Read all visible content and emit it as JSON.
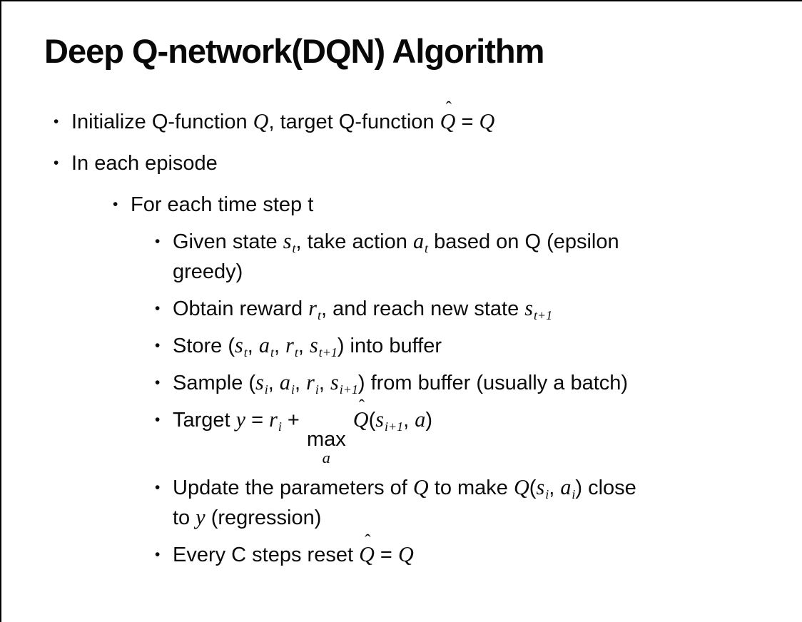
{
  "page": {
    "background": "#ffffff",
    "text_color": "#0b0b0b",
    "edge_line_color": "#000000"
  },
  "title": "Deep Q-network(DQN) Algorithm",
  "bullet_glyph": "•",
  "bullets": [
    {
      "level": 1,
      "runs": [
        {
          "k": "t",
          "v": "Initialize Q-function "
        },
        {
          "k": "m",
          "v": "Q"
        },
        {
          "k": "t",
          "v": ", target Q-function "
        },
        {
          "k": "hat",
          "v": "Q"
        },
        {
          "k": "t",
          "v": " = "
        },
        {
          "k": "m",
          "v": "Q"
        }
      ]
    },
    {
      "level": 1,
      "runs": [
        {
          "k": "t",
          "v": "In each episode"
        }
      ]
    },
    {
      "level": 2,
      "runs": [
        {
          "k": "t",
          "v": "For each time step t"
        }
      ]
    },
    {
      "level": 3,
      "runs": [
        {
          "k": "t",
          "v": "Given state "
        },
        {
          "k": "ms",
          "v": "s",
          "s": "t"
        },
        {
          "k": "t",
          "v": ", take action "
        },
        {
          "k": "ms",
          "v": "a",
          "s": "t"
        },
        {
          "k": "t",
          "v": " based on Q (epsilon"
        },
        {
          "k": "br"
        },
        {
          "k": "t",
          "v": "greedy)"
        }
      ]
    },
    {
      "level": 3,
      "runs": [
        {
          "k": "t",
          "v": "Obtain reward "
        },
        {
          "k": "ms",
          "v": "r",
          "s": "t"
        },
        {
          "k": "t",
          "v": ", and reach new state "
        },
        {
          "k": "ms",
          "v": "s",
          "s": "t+1"
        }
      ]
    },
    {
      "level": 3,
      "runs": [
        {
          "k": "t",
          "v": "Store ("
        },
        {
          "k": "ms",
          "v": "s",
          "s": "t"
        },
        {
          "k": "t",
          "v": ", "
        },
        {
          "k": "ms",
          "v": "a",
          "s": "t"
        },
        {
          "k": "t",
          "v": ", "
        },
        {
          "k": "ms",
          "v": "r",
          "s": "t"
        },
        {
          "k": "t",
          "v": ", "
        },
        {
          "k": "ms",
          "v": "s",
          "s": "t+1"
        },
        {
          "k": "t",
          "v": ") into buffer"
        }
      ]
    },
    {
      "level": 3,
      "runs": [
        {
          "k": "t",
          "v": "Sample ("
        },
        {
          "k": "ms",
          "v": "s",
          "s": "i"
        },
        {
          "k": "t",
          "v": ", "
        },
        {
          "k": "ms",
          "v": "a",
          "s": "i"
        },
        {
          "k": "t",
          "v": ", "
        },
        {
          "k": "ms",
          "v": "r",
          "s": "i"
        },
        {
          "k": "t",
          "v": ", "
        },
        {
          "k": "ms",
          "v": "s",
          "s": "i+1"
        },
        {
          "k": "t",
          "v": ") from buffer (usually a batch)"
        }
      ]
    },
    {
      "level": 3,
      "runs": [
        {
          "k": "t",
          "v": "Target "
        },
        {
          "k": "m",
          "v": "y"
        },
        {
          "k": "t",
          "v": " = "
        },
        {
          "k": "ms",
          "v": "r",
          "s": "i"
        },
        {
          "k": "t",
          "v": " + "
        },
        {
          "k": "stack",
          "top": "max",
          "bot": "a"
        },
        {
          "k": "t",
          "v": " "
        },
        {
          "k": "hat",
          "v": "Q"
        },
        {
          "k": "t",
          "v": "("
        },
        {
          "k": "ms",
          "v": "s",
          "s": "i+1"
        },
        {
          "k": "t",
          "v": ", "
        },
        {
          "k": "m",
          "v": "a"
        },
        {
          "k": "t",
          "v": ")"
        }
      ]
    },
    {
      "level": 3,
      "runs": [
        {
          "k": "t",
          "v": "Update the parameters of "
        },
        {
          "k": "m",
          "v": "Q"
        },
        {
          "k": "t",
          "v": " to make "
        },
        {
          "k": "m",
          "v": "Q"
        },
        {
          "k": "t",
          "v": "("
        },
        {
          "k": "ms",
          "v": "s",
          "s": "i"
        },
        {
          "k": "t",
          "v": ", "
        },
        {
          "k": "ms",
          "v": "a",
          "s": "i"
        },
        {
          "k": "t",
          "v": ") close"
        },
        {
          "k": "br"
        },
        {
          "k": "t",
          "v": "to "
        },
        {
          "k": "m",
          "v": "y"
        },
        {
          "k": "t",
          "v": " (regression)"
        }
      ]
    },
    {
      "level": 3,
      "runs": [
        {
          "k": "t",
          "v": "Every C steps reset "
        },
        {
          "k": "hat",
          "v": "Q"
        },
        {
          "k": "t",
          "v": " = "
        },
        {
          "k": "m",
          "v": "Q"
        }
      ]
    }
  ]
}
